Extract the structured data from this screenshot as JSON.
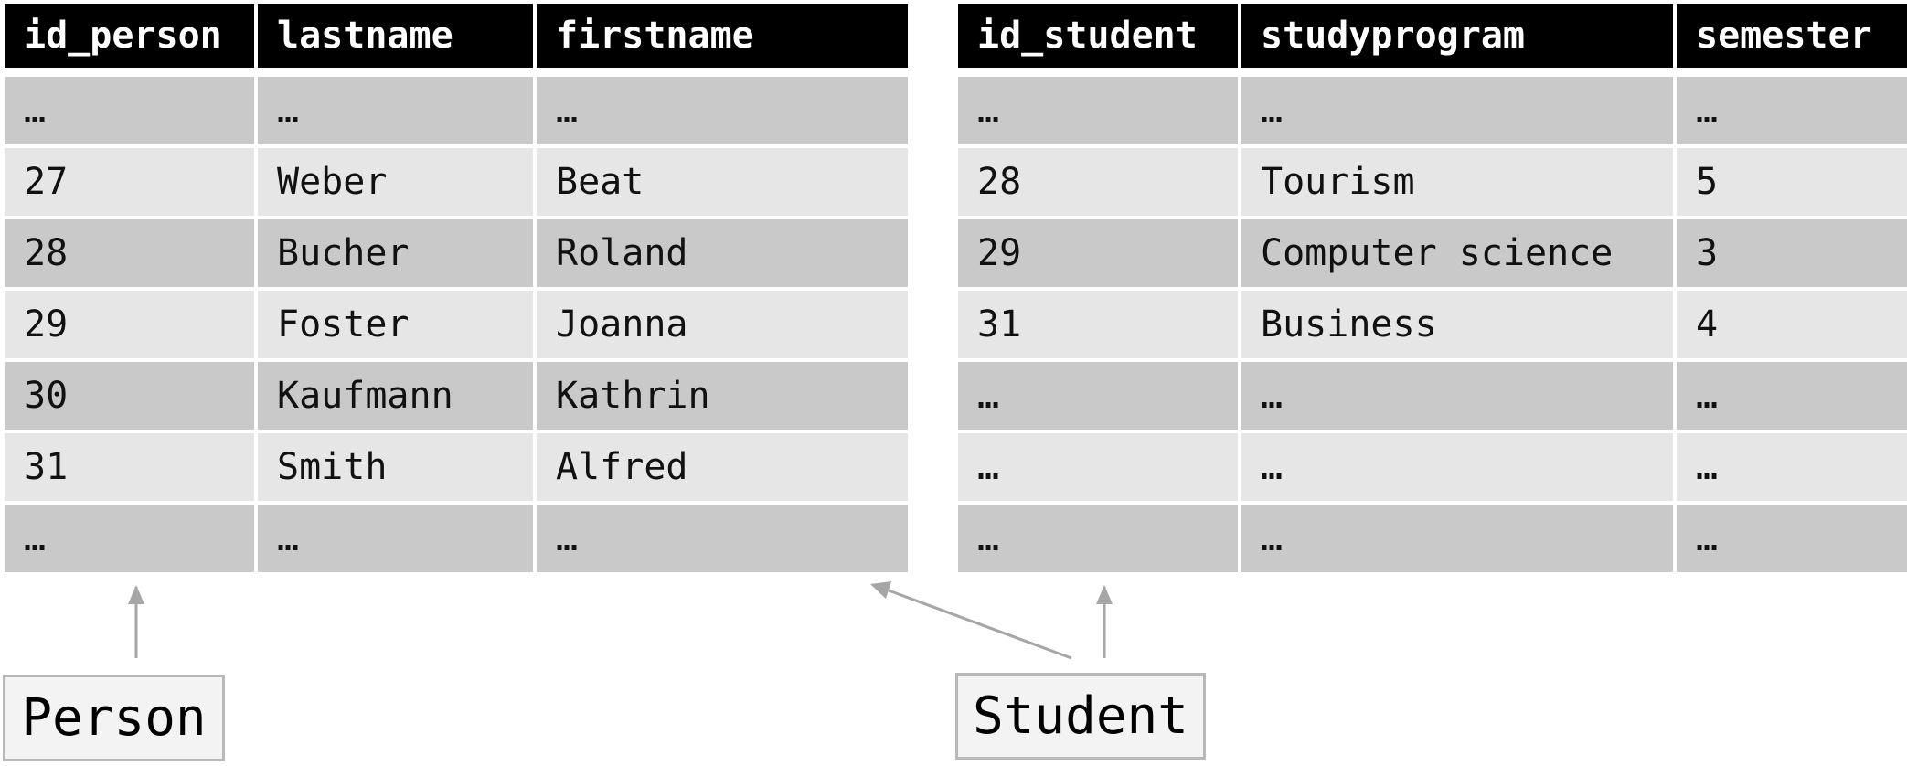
{
  "person": {
    "label": "Person",
    "columns": [
      "id_person",
      "lastname",
      "firstname"
    ],
    "rows": [
      [
        "…",
        "…",
        "…"
      ],
      [
        "27",
        "Weber",
        "Beat"
      ],
      [
        "28",
        "Bucher",
        "Roland"
      ],
      [
        "29",
        "Foster",
        "Joanna"
      ],
      [
        "30",
        "Kaufmann",
        "Kathrin"
      ],
      [
        "31",
        "Smith",
        "Alfred"
      ],
      [
        "…",
        "…",
        "…"
      ]
    ]
  },
  "student": {
    "label": "Student",
    "columns": [
      "id_student",
      "studyprogram",
      "semester"
    ],
    "rows": [
      [
        "…",
        "…",
        "…"
      ],
      [
        "28",
        "Tourism",
        "5"
      ],
      [
        "29",
        "Computer science",
        "3"
      ],
      [
        "31",
        "Business",
        "4"
      ],
      [
        "…",
        "…",
        "…"
      ],
      [
        "…",
        "…",
        "…"
      ],
      [
        "…",
        "…",
        "…"
      ]
    ]
  },
  "colors": {
    "header_bg": "#000000",
    "row_dark": "#c9c9c9",
    "row_light": "#e6e6e6",
    "arrow": "#a6a6a6"
  }
}
